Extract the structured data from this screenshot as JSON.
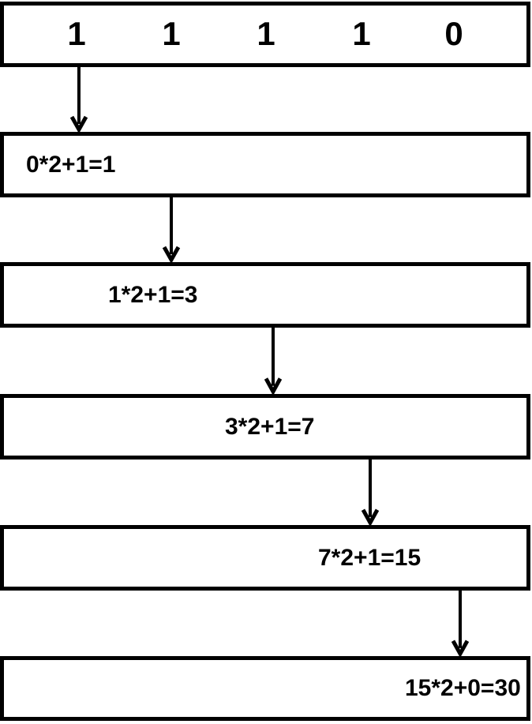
{
  "diagram": {
    "type": "flowchart",
    "binary_box": {
      "digits": [
        "1",
        "1",
        "1",
        "1",
        "0"
      ]
    },
    "steps": [
      {
        "label": "0*2+1=1"
      },
      {
        "label": "1*2+1=3"
      },
      {
        "label": "3*2+1=7"
      },
      {
        "label": "7*2+1=15"
      },
      {
        "label": "15*2+0=30"
      }
    ],
    "icons": {
      "down_arrow": "↓"
    },
    "colors": {
      "border": "#000000",
      "text": "#000000",
      "background": "#ffffff"
    }
  }
}
